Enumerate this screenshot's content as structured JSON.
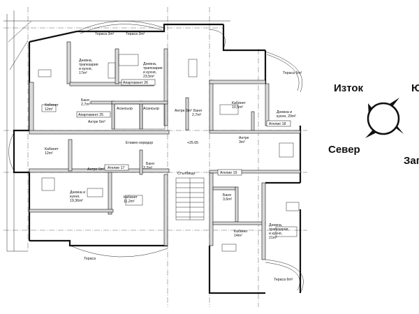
{
  "rooms": {
    "terrace_top_left": "Тераса 3m²",
    "terrace_top_mid": "Тераса 3m²",
    "living_a_l1": "Дневна,",
    "living_a_l2": "трапезария",
    "living_a_l3": "и кухня,",
    "living_a_l4": "17m²",
    "living_b_l1": "Дневна,",
    "living_b_l2": "трапезария",
    "living_b_l3": "и кухня,",
    "living_b_l4": "23,5m²",
    "apartment_26": "Апартамент 26",
    "office_12_top": "Кабинет",
    "office_12_top_area": "12m²",
    "bath_27": "Баня",
    "bath_27_area": "2,7m²",
    "apartment_25": "Апартамент 25",
    "elevator_1": "Асансьор",
    "elevator_2": "Асансьор",
    "atrium_3": "Антре 3m²",
    "bath_r": "Баня",
    "bath_r_area": "2,7m²",
    "atrium_5": "Антре 5m²",
    "office_105": "Кабинет",
    "office_105_area": "10,5m²",
    "terrace_right": "Тераса 6m²",
    "living_c_l1": "Дневна и",
    "living_c_l2": "кухня, 20m²",
    "atelier_18": "Ателие 18",
    "corridor": "Етажен коридор",
    "level": "+25.65",
    "atrium_r": "Антре",
    "atrium_r_area": "3m²",
    "office_12_left": "Кабинет",
    "office_12_left_area": "12m²",
    "atrium_6": "Антре 6m²",
    "atelier_17": "Ателие 17",
    "bath_32": "Баня",
    "bath_32_area": "3,2m²",
    "stairs": "Стълбище",
    "atelier_19": "Ателие 19",
    "bath_bot": "Баня",
    "bath_bot_area": "3,6m²",
    "living_d_l1": "Дневна и",
    "living_d_l2": "кухня,",
    "living_d_l3": "19,36m²",
    "office_112": "Кабинет",
    "office_112_area": "11,2m²",
    "office_14": "Кабинет",
    "office_14_area": "14m²",
    "living_e_l1": "Дневна,",
    "living_e_l2": "трапезария",
    "living_e_l3": "и кухня,",
    "living_e_l4": "21m²",
    "terrace_bot_left": "Тераса",
    "terrace_bot_right": "Тераса 6m²"
  },
  "compass": {
    "east": "Изток",
    "south": "Юг",
    "north": "Север",
    "west": "Запад"
  }
}
